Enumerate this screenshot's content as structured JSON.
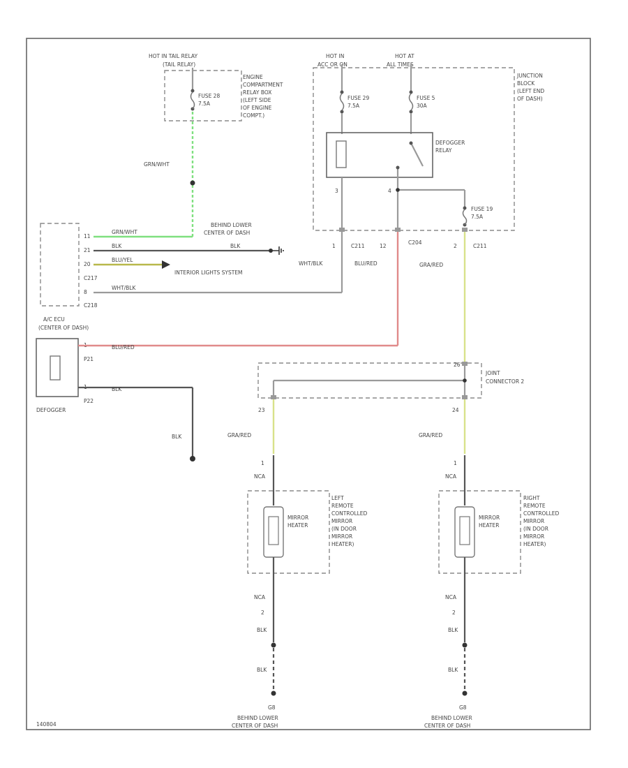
{
  "colors": {
    "green": "#7fe07f",
    "red": "#e08a8a",
    "yellow_green": "#d8e28a",
    "olive": "#b8b84a",
    "dark": "#555555",
    "grey": "#9a9a9a"
  },
  "hot_tail": "HOT IN TAIL RELAY",
  "hot_tail_sub": "(TAIL RELAY)",
  "erb_label": [
    "ENGINE",
    "COMPARTMENT",
    "RELAY BOX",
    "(LEFT SIDE",
    "OF ENGINE",
    "COMPT.)"
  ],
  "fuse28": [
    "FUSE 28",
    "7.5A"
  ],
  "hot_in_a": "HOT IN",
  "hot_in_a_sub": "ACC OR ON",
  "hot_at": "HOT AT",
  "hot_at_sub": "ALL TIMES",
  "jb_label": [
    "JUNCTION",
    "BLOCK",
    "(LEFT END",
    "OF DASH)"
  ],
  "fuse29": [
    "FUSE 29",
    "7.5A"
  ],
  "fuse5": [
    "FUSE 5",
    "30A"
  ],
  "relay_label": [
    "DEFOGGER",
    "RELAY"
  ],
  "fuse19": [
    "FUSE 19",
    "7.5A"
  ],
  "pin_1": "1",
  "pin_3": "3",
  "pin_4": "4",
  "pin_12": "12",
  "pin_2": "2",
  "wire_grn_a": "GRN/WHT",
  "g_label": [
    "BEHIND LOWER",
    "CENTER OF DASH"
  ],
  "c217_pins": [
    "11",
    "21",
    "20",
    "8"
  ],
  "wire_grnw": "GRN/WHT",
  "wire_blk_a": "BLK",
  "wire_blk_b": "BLK",
  "wire_ylt": "BLU/YEL",
  "wire_wht": "WHT/BLK",
  "c217": "C217",
  "c218": "C218",
  "interior": "INTERIOR LIGHTS SYSTEM",
  "c211a": "C211",
  "c204": "C204",
  "c211b": "C211",
  "wire_wht_blk": "WHT/BLK",
  "wire_blu_red": "BLU/RED",
  "wire_gra_red": "GRA/RED",
  "ac_label": [
    "A/C ECU",
    "(CENTER OF DASH)"
  ],
  "p21_pin": "1",
  "p22_pin": "1",
  "wire_blu_red2": "BLU/RED",
  "wire_blk2": "BLK",
  "p21": "P21",
  "p22": "P22",
  "defogger": "DEFOGGER",
  "joint": [
    "JOINT",
    "CONNECTOR 2"
  ],
  "pin_26": "26",
  "pin_23": "23",
  "pin_24": "24",
  "blk_ground": "BLK",
  "wire_grn_red_l": "GRA/RED",
  "wire_grn_red_r": "GRA/RED",
  "pin_l1": "1",
  "pin_r1": "1",
  "nca_l1": "NCA",
  "nca_r1": "NCA",
  "mirror_heater": [
    "MIRROR",
    "HEATER"
  ],
  "left_label": [
    "LEFT",
    "REMOTE",
    "CONTROLLED",
    "MIRROR",
    "(IN DOOR",
    "MIRROR",
    "HEATER)"
  ],
  "right_label": [
    "RIGHT",
    "REMOTE",
    "CONTROLLED",
    "MIRROR",
    "(IN DOOR",
    "MIRROR",
    "HEATER)"
  ],
  "nca_l2": "NCA",
  "nca_r2": "NCA",
  "pin_l2": "2",
  "pin_r2": "2",
  "blk_l1": "BLK",
  "blk_r1": "BLK",
  "blk_l2": "BLK",
  "blk_r2": "BLK",
  "gnd_l": "G8",
  "gnd_r": "G8",
  "gnd_label": [
    "BEHIND LOWER",
    "CENTER OF DASH"
  ],
  "code": "140804"
}
